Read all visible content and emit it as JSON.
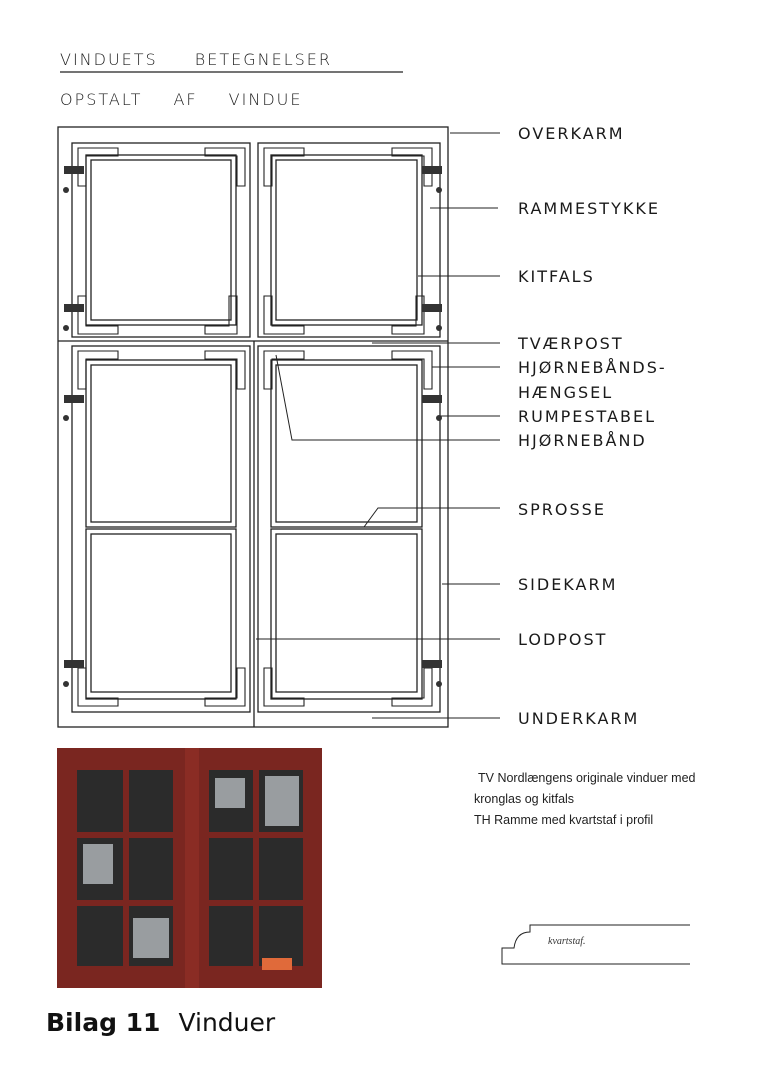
{
  "drawing": {
    "title": "VINDUETS BETEGNELSER",
    "subtitle": "OPSTALT AF VINDUE",
    "labels": {
      "overkarm": "OVERKARM",
      "rammestykke": "RAMMESTYKKE",
      "kitfals": "KITFALS",
      "tvaerpost": "TVÆRPOST",
      "hjornebandshaengsel_1": "HJØRNEBÅNDS-",
      "hjornebandshaengsel_2": "HÆNGSEL",
      "rumpestabel": "RUMPESTABEL",
      "hjorneband": "HJØRNEBÅND",
      "sprosse": "SPROSSE",
      "sidekarm": "SIDEKARM",
      "lodpost": "LODPOST",
      "underkarm": "UNDERKARM"
    }
  },
  "note": {
    "line1": "TV Nordlængens originale vinduer med",
    "line2": "kronglas og kitfals",
    "line3": "TH Ramme med kvartstaf i profil"
  },
  "profile_label": "kvartstaf.",
  "caption": {
    "bold": "Bilag 11",
    "text": "Vinduer"
  },
  "colors": {
    "frame_red": "#9b2a22"
  }
}
